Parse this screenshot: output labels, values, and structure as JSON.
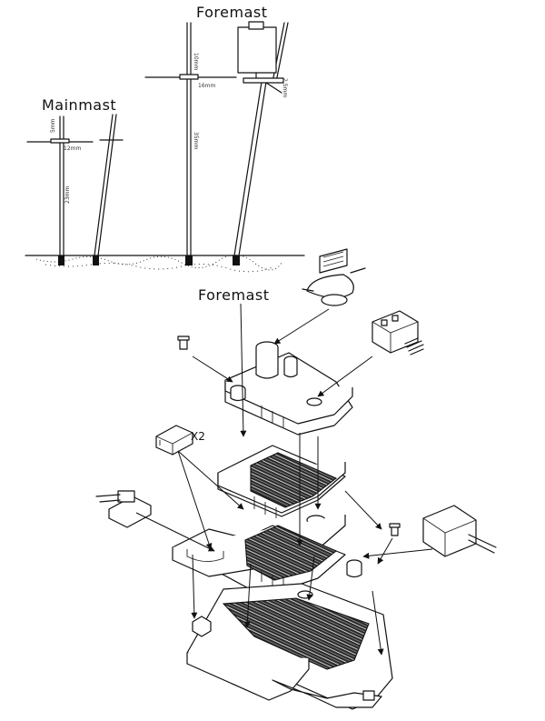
{
  "labels": {
    "foremast_top": "Foremast",
    "mainmast": "Mainmast",
    "foremast_assembly": "Foremast",
    "quantity": "X2"
  },
  "dimensions": {
    "main_top": "5mm",
    "main_yard": "12mm",
    "main_lower": "23mm",
    "fore_top": "10mm",
    "fore_yard": "16mm",
    "fore_lower": "35mm",
    "fore_brace": "2.5mm"
  },
  "colors": {
    "ink": "#111111",
    "paper": "#ffffff"
  }
}
